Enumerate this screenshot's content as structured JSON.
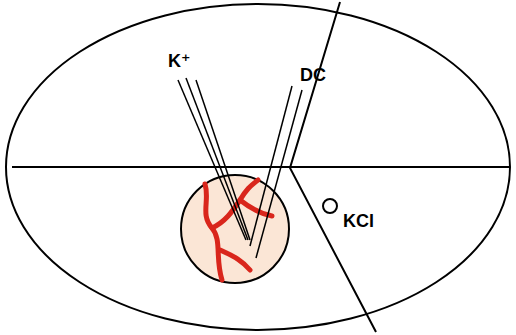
{
  "diagram": {
    "labels": [
      "K⁺",
      "DC",
      "KCl"
    ]
  }
}
